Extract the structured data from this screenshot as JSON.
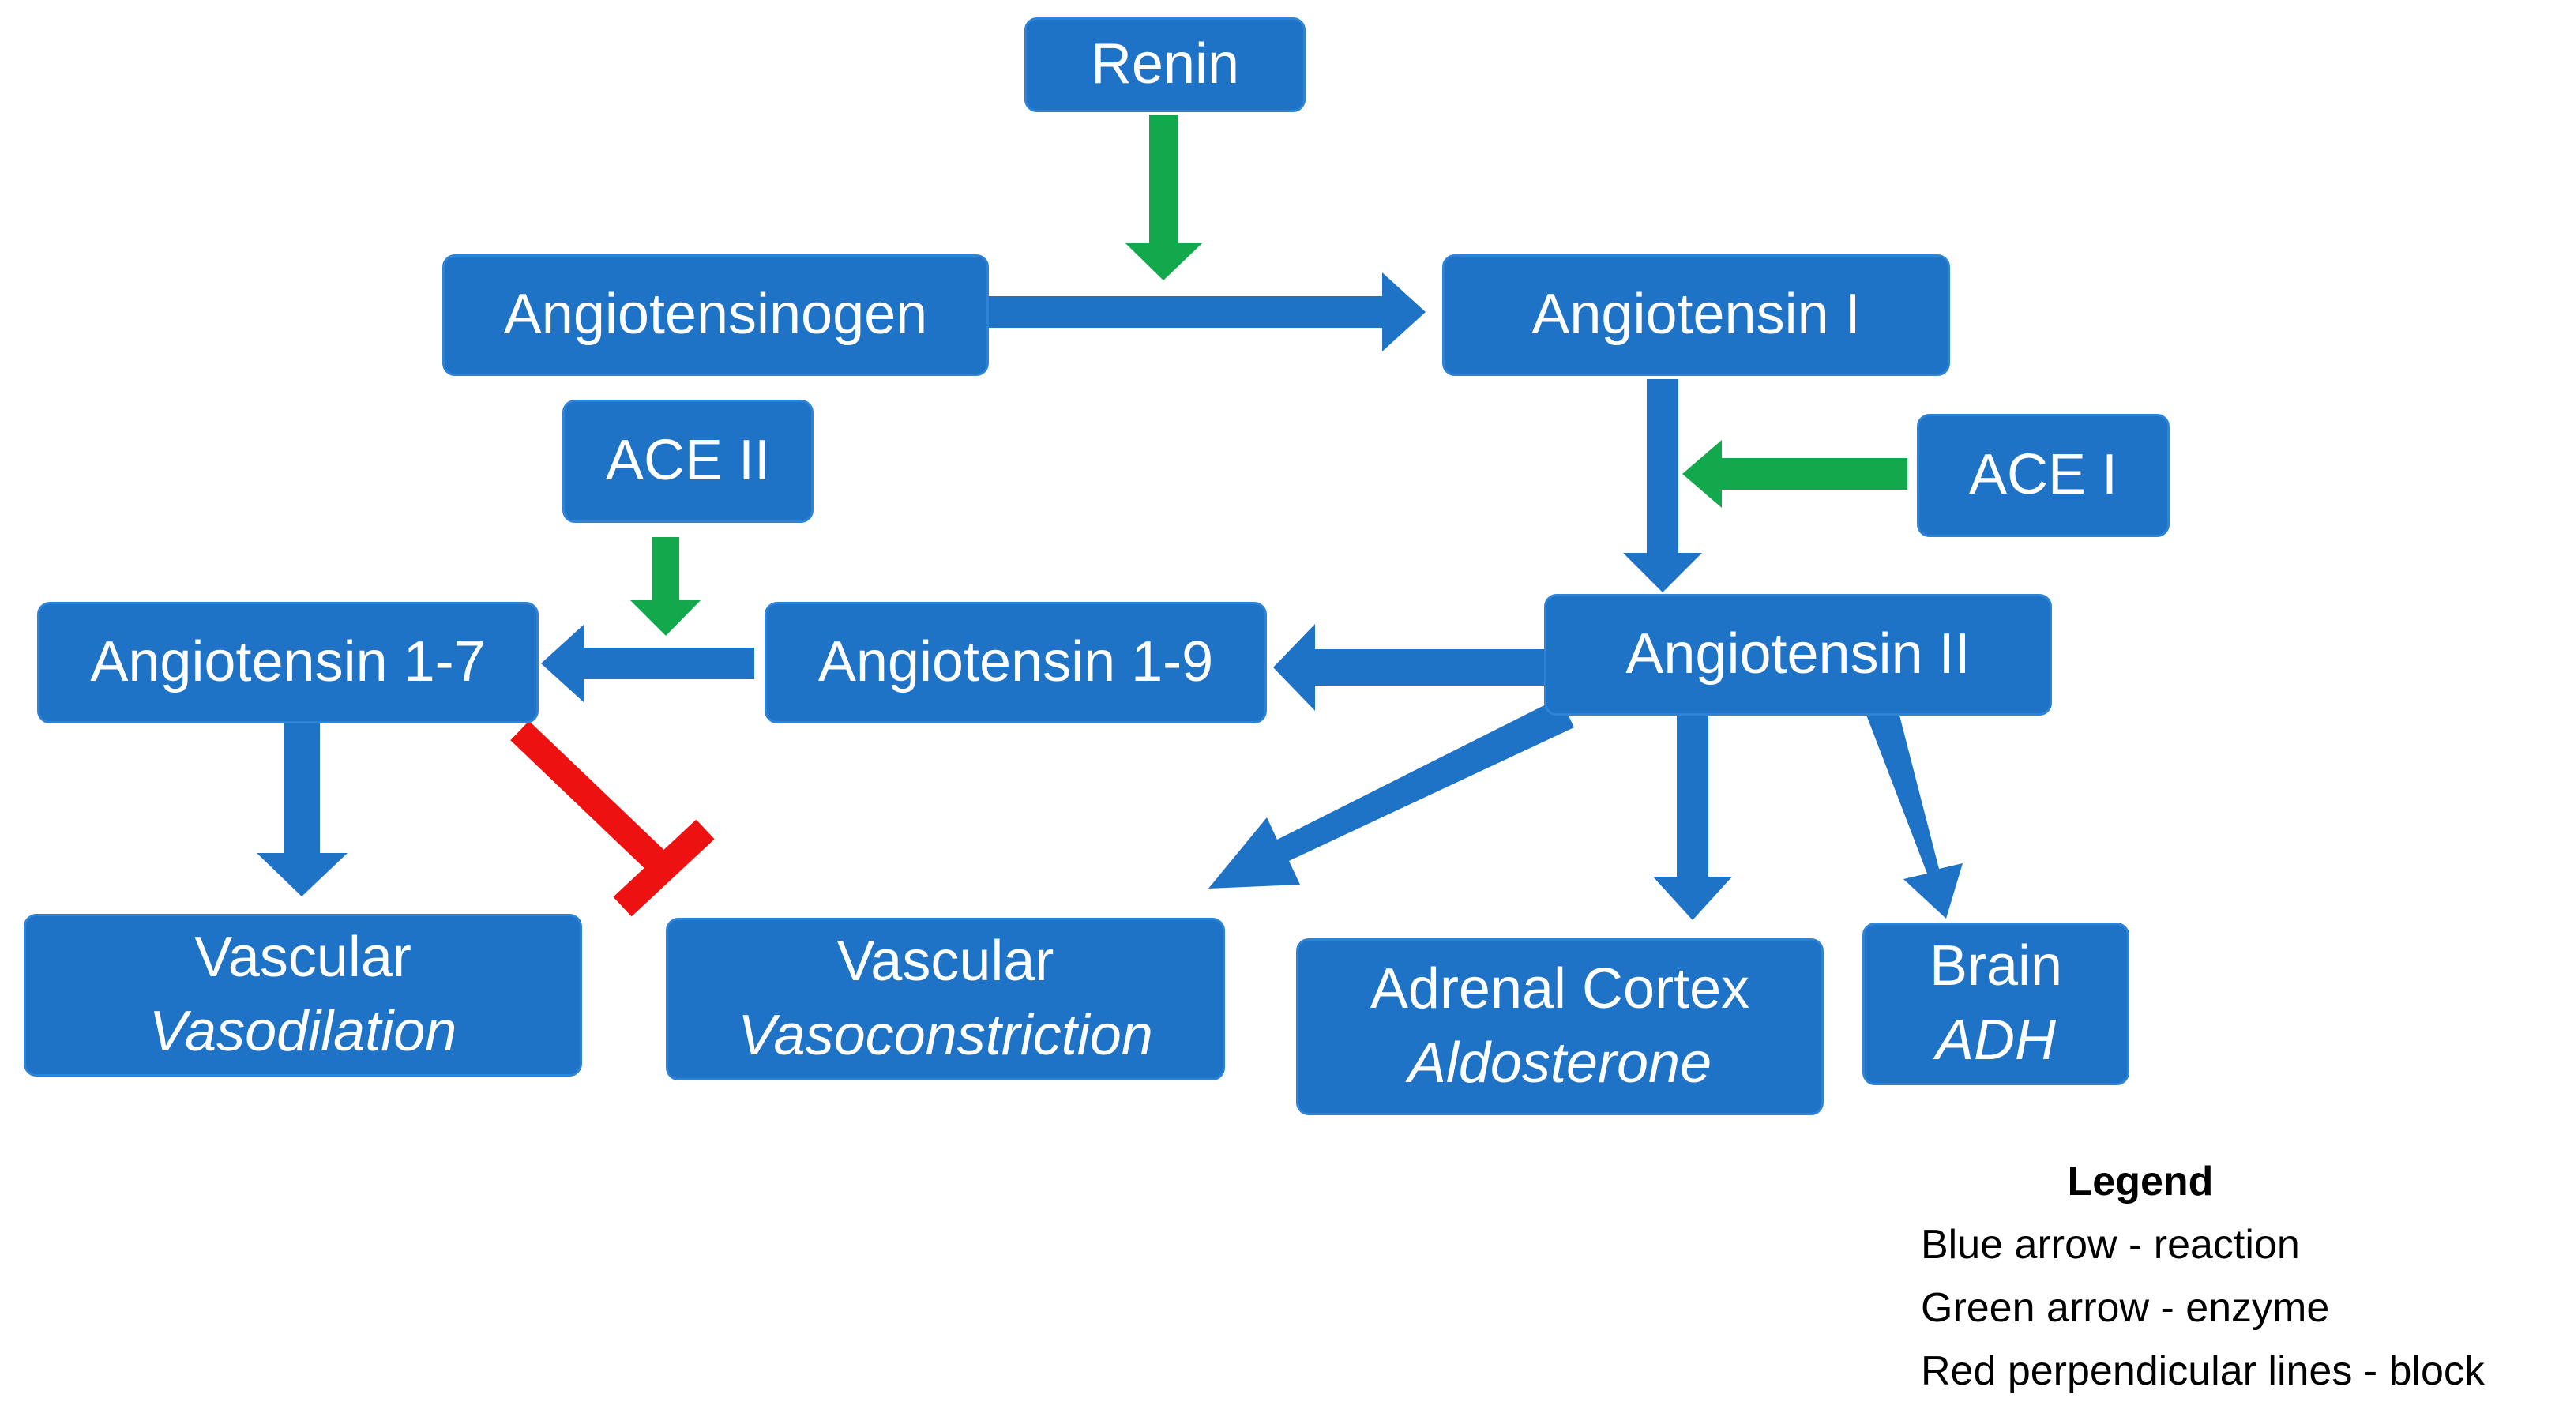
{
  "colors": {
    "node_fill": "#1f73c6",
    "reaction_arrow": "#1f73c6",
    "enzyme_arrow": "#11a94b",
    "block_line": "#ee1111"
  },
  "nodes": {
    "renin": {
      "label": "Renin"
    },
    "angiotensinogen": {
      "label": "Angiotensinogen"
    },
    "angiotensin_i": {
      "label": "Angiotensin I"
    },
    "ace_ii": {
      "label": "ACE II"
    },
    "ace_i": {
      "label": "ACE I"
    },
    "angiotensin_1_7": {
      "label": "Angiotensin 1-7"
    },
    "angiotensin_1_9": {
      "label": "Angiotensin 1-9"
    },
    "angiotensin_ii": {
      "label": "Angiotensin II"
    },
    "vasodilation": {
      "line1": "Vascular",
      "line2": "Vasodilation"
    },
    "vasoconstriction": {
      "line1": "Vascular",
      "line2": "Vasoconstriction"
    },
    "adrenal": {
      "line1": "Adrenal Cortex",
      "line2": "Aldosterone"
    },
    "brain": {
      "line1": "Brain",
      "line2": "ADH"
    }
  },
  "legend": {
    "title": "Legend",
    "items": [
      "Blue arrow - reaction",
      "Green arrow - enzyme",
      "Red perpendicular lines - block"
    ]
  }
}
